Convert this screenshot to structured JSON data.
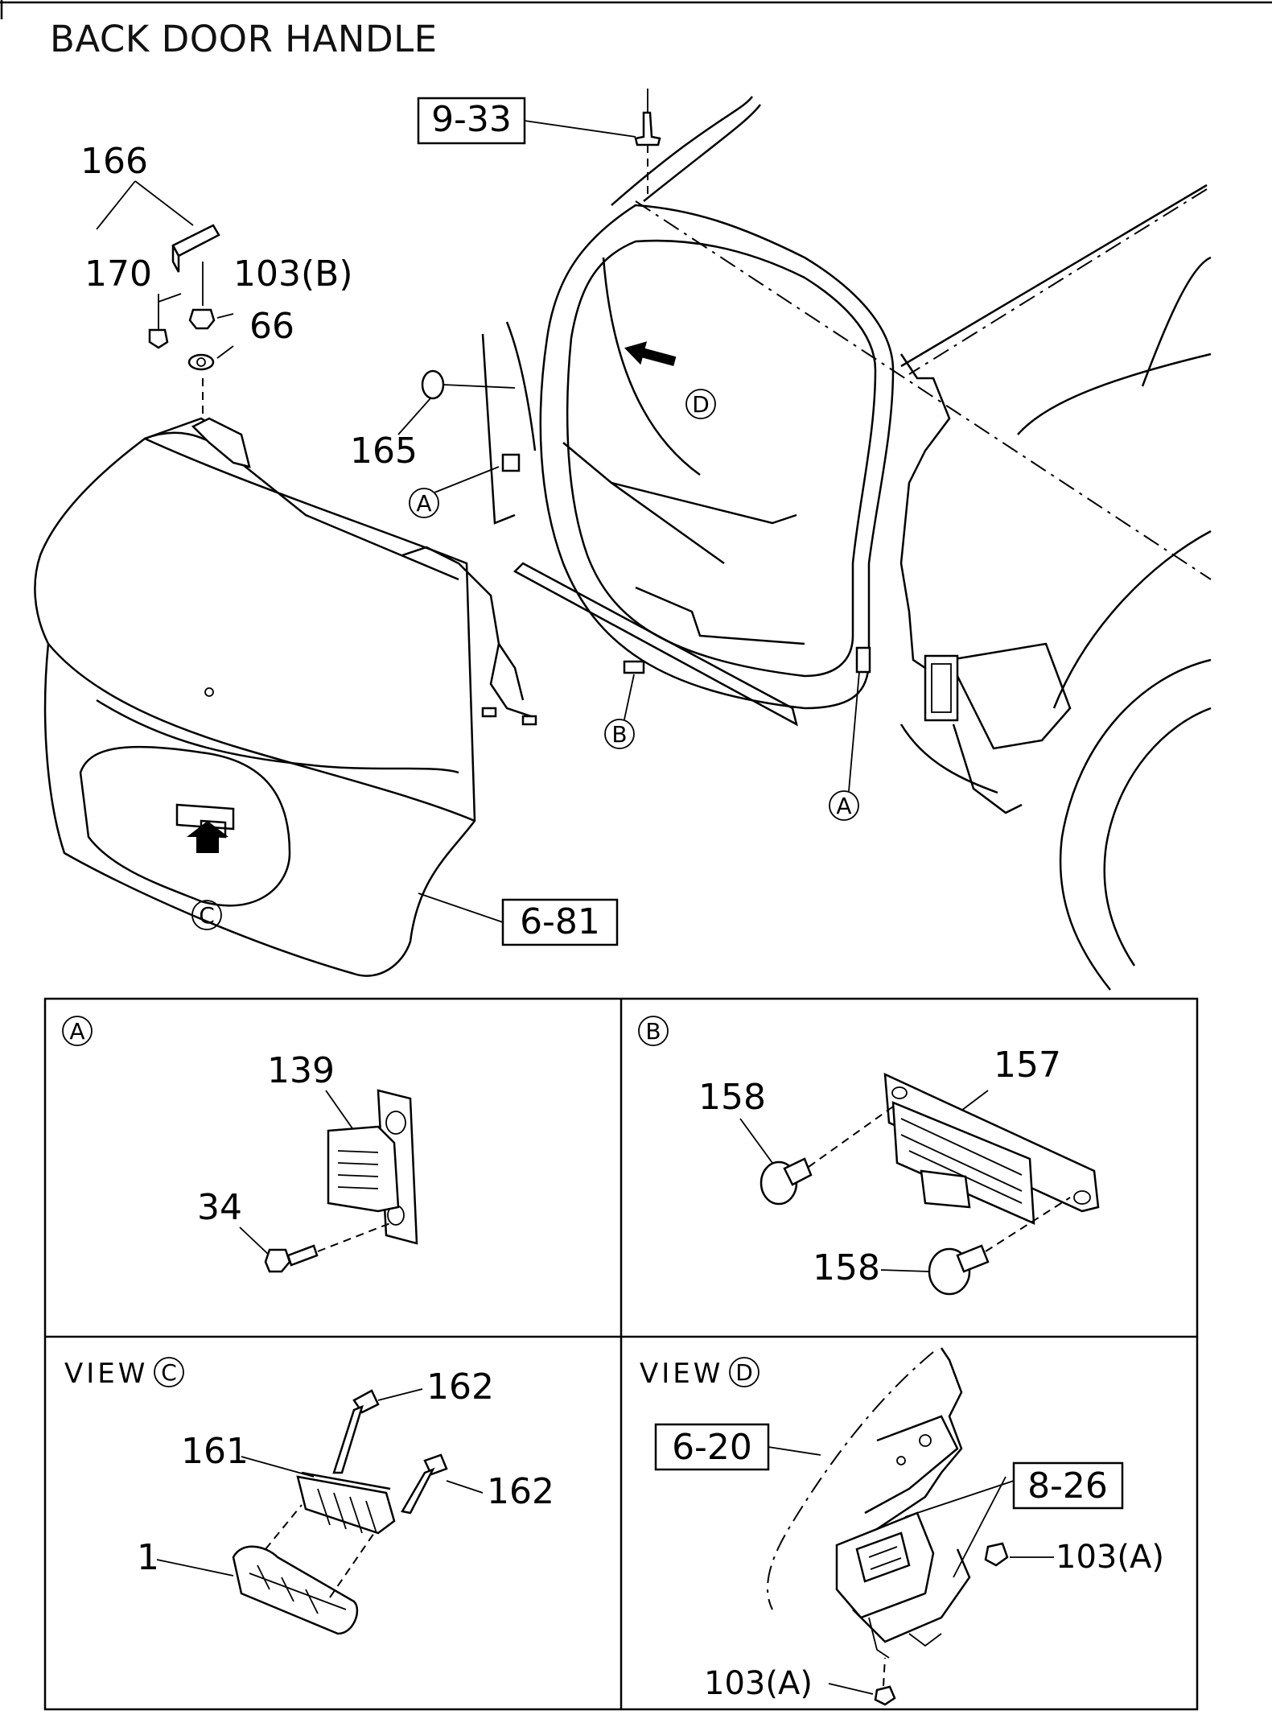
{
  "title": "BACK DOOR HANDLE",
  "main": {
    "refs": [
      "9-33",
      "6-81"
    ],
    "labels": [
      "166",
      "170",
      "103(B)",
      "66",
      "165"
    ],
    "callouts": {
      "a1": "A",
      "a2": "A",
      "b": "B",
      "c": "C",
      "d": "D"
    }
  },
  "panels": {
    "a": {
      "tag": "A",
      "labels": [
        "139",
        "34"
      ]
    },
    "b": {
      "tag": "B",
      "labels": [
        "157",
        "158",
        "158"
      ]
    },
    "c": {
      "view": "VIEW",
      "tag": "C",
      "labels": [
        "162",
        "161",
        "162",
        "1"
      ]
    },
    "d": {
      "view": "VIEW",
      "tag": "D",
      "refs": [
        "6-20",
        "8-26"
      ],
      "labels": [
        "103(A)",
        "103(A)"
      ]
    }
  }
}
